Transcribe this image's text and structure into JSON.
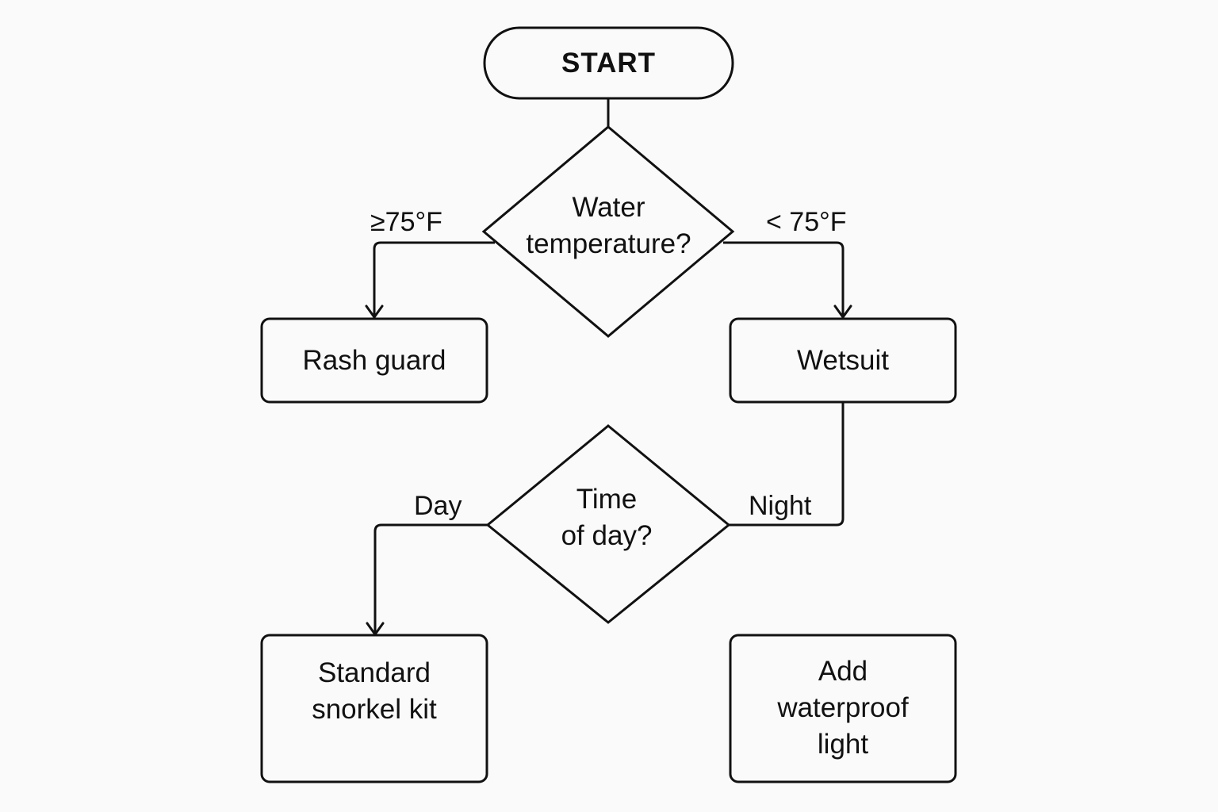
{
  "nodes": {
    "start": {
      "label": "START"
    },
    "water_temp": {
      "label": "Water\ntemperature?"
    },
    "rash_guard": {
      "label": "Rash guard"
    },
    "wetsuit": {
      "label": "Wetsuit"
    },
    "time_of_day": {
      "label": "Time\nof day?"
    },
    "standard_kit": {
      "label": "Standard\nsnorkel kit"
    },
    "waterproof_light": {
      "label": "Add\nwaterproof\nlight"
    }
  },
  "edges": {
    "warm": {
      "label": "≥75°F"
    },
    "cold": {
      "label": "< 75°F"
    },
    "day": {
      "label": "Day"
    },
    "night": {
      "label": "Night"
    }
  },
  "colors": {
    "stroke": "#111111",
    "background": "#fafafa"
  }
}
